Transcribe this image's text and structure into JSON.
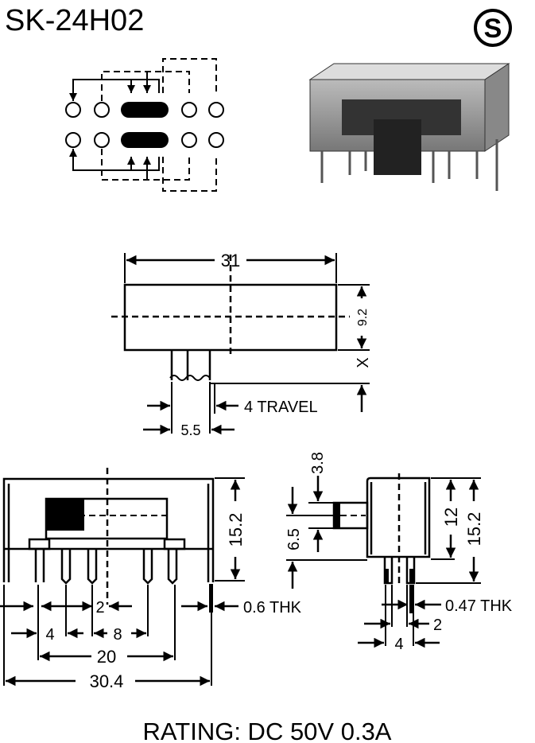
{
  "title": "SK-24H02",
  "logo_letter": "S",
  "top_view": {
    "width_dim": "31",
    "height_dim": "9.2",
    "offset_label": "X",
    "travel_label": "4 TRAVEL",
    "actuator_dim": "5.5"
  },
  "front_view": {
    "height_dim": "15.2",
    "pin_offset_dim": "2",
    "pitch_dim": "4",
    "center_dim": "8",
    "span_dim": "20",
    "overall_dim": "30.4",
    "thickness_label": "0.6 THK"
  },
  "side_view": {
    "actuator_height_dim": "3.8",
    "actuator_pos_dim": "6.5",
    "body_height_dim": "12",
    "total_height_dim": "15.2",
    "thickness_label": "0.47 THK",
    "pin_offset_dim": "2",
    "pin_spacing_dim": "4"
  },
  "rating": "RATING: DC 50V 0.3A"
}
